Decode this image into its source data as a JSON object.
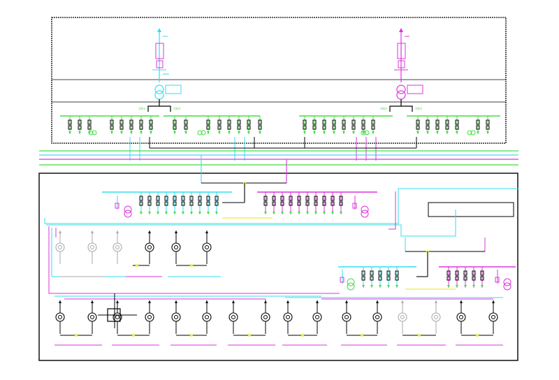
{
  "diagram": {
    "type": "single-line electrical distribution schematic (CAD drawing)",
    "colors": {
      "background": "#ffffff",
      "frame": "#000000",
      "cyan": "#33ddee",
      "magenta": "#dd33dd",
      "green": "#44dd44",
      "yellow": "#eeee33",
      "gray": "#aaaaaa",
      "black": "#000000"
    },
    "main_transformer_labels": [
      {
        "left": "10kV",
        "right": "10kV"
      },
      {
        "left": "10kV",
        "right": "10kV"
      }
    ],
    "boxes": {
      "top_building_frame": "dashed outline",
      "bottom_building_frame": "solid outline",
      "title_box": ""
    }
  }
}
